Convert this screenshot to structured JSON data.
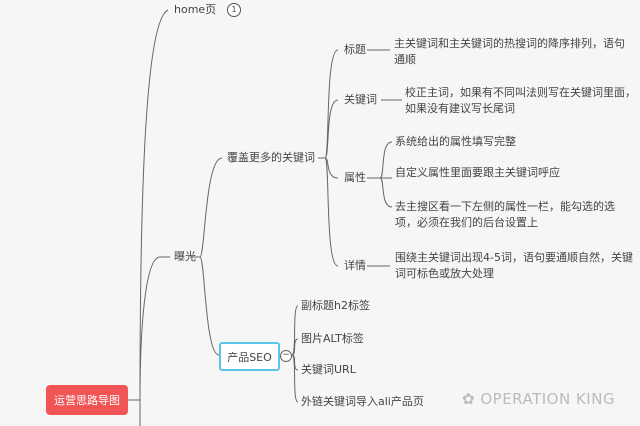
{
  "root": {
    "label": "运营思路导图"
  },
  "home": {
    "label": "home页",
    "badge": "1"
  },
  "exposure": {
    "label": "曝光"
  },
  "cover": {
    "label": "覆盖更多的关键词",
    "children": [
      {
        "label": "标题",
        "detail": "主关键词和主关键词的热搜词的降序排列，语句通顺"
      },
      {
        "label": "关键词",
        "detail": "校正主词，如果有不同叫法则写在关键词里面，如果没有建议写长尾词"
      },
      {
        "label": "属性",
        "items": [
          "系统给出的属性填写完整",
          "自定义属性里面要跟主关键词呼应",
          "去主搜区看一下左侧的属性一栏，能勾选的选项，必须在我们的后台设置上"
        ]
      },
      {
        "label": "详情",
        "detail": "围绕主关键词出现4-5词，语句要通顺自然，关键词可标色或放大处理"
      }
    ]
  },
  "seo": {
    "label": "产品SEO",
    "collapse": "−",
    "children": [
      "副标题h2标签",
      "图片ALT标签",
      "关键词URL",
      "外链关键词导入ali产品页"
    ]
  },
  "watermark": "OPERATION KING",
  "colors": {
    "root": "#f05454",
    "seo_border": "#5bc4ec"
  }
}
